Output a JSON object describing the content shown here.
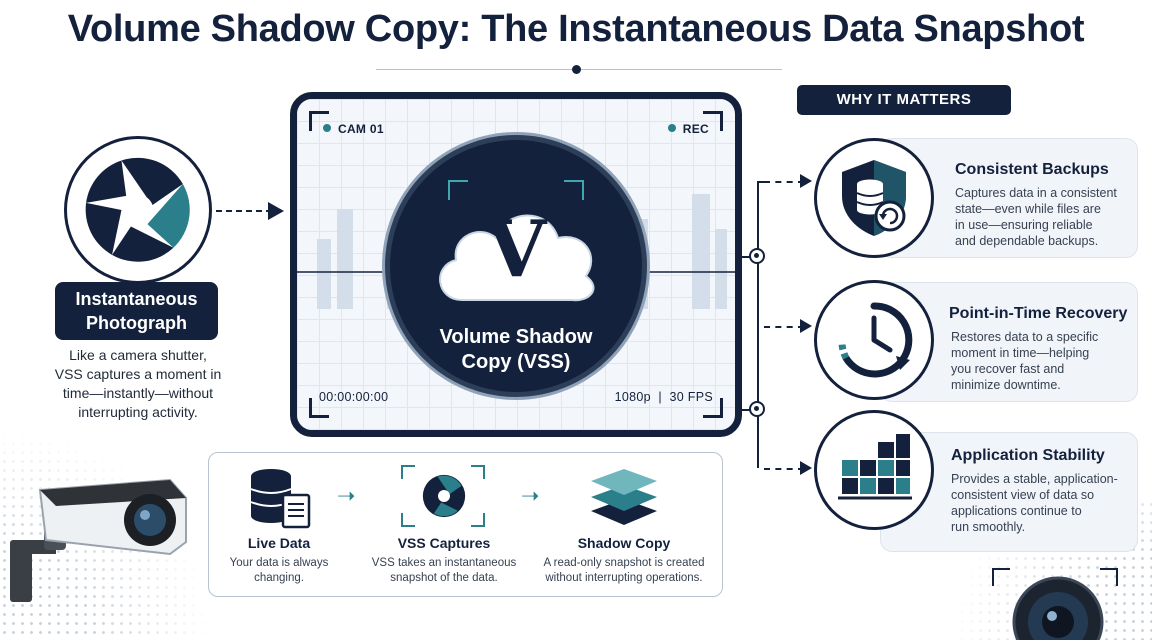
{
  "title": "Volume Shadow Copy: The Instantaneous Data Snapshot",
  "left": {
    "badge_line1": "Instantaneous",
    "badge_line2": "Photograph",
    "desc_lines": [
      "Like a camera shutter,",
      "VSS captures a moment in",
      "time—instantly—without",
      "interrupting activity."
    ]
  },
  "frame": {
    "cam": "CAM 01",
    "rec": "REC",
    "timecode": "00:00:00:00",
    "format": "1080p  |  30 FPS",
    "logo_letter": "V",
    "label_line1": "Volume Shadow",
    "label_line2": "Copy (VSS)"
  },
  "process": [
    {
      "title": "Live Data",
      "desc_lines": [
        "Your data is always",
        "changing."
      ]
    },
    {
      "title": "VSS Captures",
      "desc_lines": [
        "VSS takes an instantaneous",
        "snapshot of the data."
      ]
    },
    {
      "title": "Shadow Copy",
      "desc_lines": [
        "A read-only snapshot is created",
        "without interrupting operations."
      ]
    }
  ],
  "why": {
    "header": "WHY IT MATTERS",
    "cards": [
      {
        "title": "Consistent Backups",
        "icon": "database-shield-icon",
        "desc_lines": [
          "Captures data in a consistent",
          "state—even while files are",
          "in use—ensuring reliable",
          "and dependable backups."
        ]
      },
      {
        "title": "Point-in-Time Recovery",
        "icon": "clock-icon",
        "desc_lines": [
          "Restores data to a specific",
          "moment in time—helping",
          "you recover fast and",
          "minimize downtime."
        ]
      },
      {
        "title": "Application Stability",
        "icon": "bar-blocks-icon",
        "desc_lines": [
          "Provides a stable, application-",
          "consistent view of data so",
          "applications continue to",
          "run smoothly."
        ]
      }
    ]
  },
  "colors": {
    "navy": "#14213d",
    "teal": "#2a7f8a",
    "light": "#f1f5f9"
  }
}
